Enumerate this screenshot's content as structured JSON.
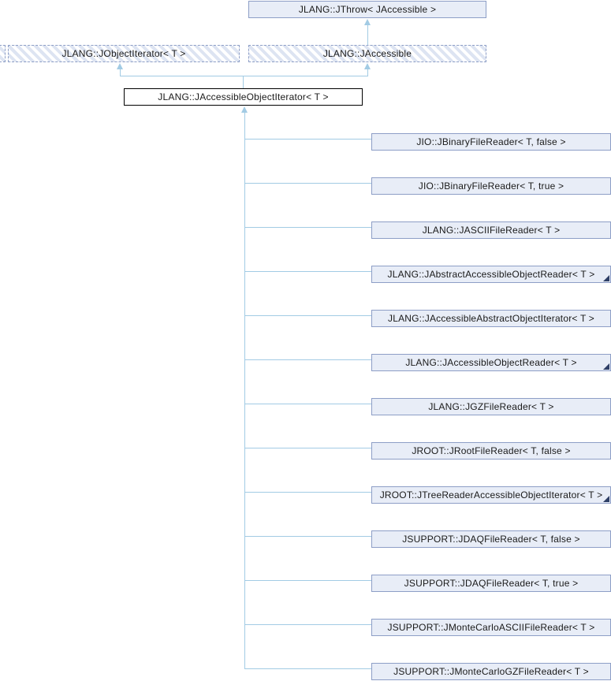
{
  "diagram": {
    "type": "class-inheritance-graph",
    "colors": {
      "node_fill": "#e8edf7",
      "node_border": "#8d9ec6",
      "current_node_fill": "#ffffff",
      "current_node_border": "#000000",
      "hatch_stripe": "#dde4f2",
      "edge": "#a2cbe4",
      "children_marker": "#2e3f66"
    },
    "nodes": {
      "root": {
        "label": "JLANG::JThrow< JAccessible >"
      },
      "bases": [
        {
          "label": "JLANG::JObjectIterator< T >"
        },
        {
          "label": "JLANG::JAccessible"
        }
      ],
      "current": {
        "label": "JLANG::JAccessibleObjectIterator< T >"
      },
      "derived": [
        {
          "label": "JIO::JBinaryFileReader< T, false >",
          "has_children": false
        },
        {
          "label": "JIO::JBinaryFileReader< T, true >",
          "has_children": false
        },
        {
          "label": "JLANG::JASCIIFileReader< T >",
          "has_children": false
        },
        {
          "label": "JLANG::JAbstractAccessibleObjectReader< T >",
          "has_children": true
        },
        {
          "label": "JLANG::JAccessibleAbstractObjectIterator< T >",
          "has_children": false
        },
        {
          "label": "JLANG::JAccessibleObjectReader< T >",
          "has_children": true
        },
        {
          "label": "JLANG::JGZFileReader< T >",
          "has_children": false
        },
        {
          "label": "JROOT::JRootFileReader< T, false >",
          "has_children": false
        },
        {
          "label": "JROOT::JTreeReaderAccessibleObjectIterator< T >",
          "has_children": true
        },
        {
          "label": "JSUPPORT::JDAQFileReader< T, false >",
          "has_children": false
        },
        {
          "label": "JSUPPORT::JDAQFileReader< T, true >",
          "has_children": false
        },
        {
          "label": "JSUPPORT::JMonteCarloASCIIFileReader< T >",
          "has_children": false
        },
        {
          "label": "JSUPPORT::JMonteCarloGZFileReader< T >",
          "has_children": false
        }
      ]
    }
  }
}
